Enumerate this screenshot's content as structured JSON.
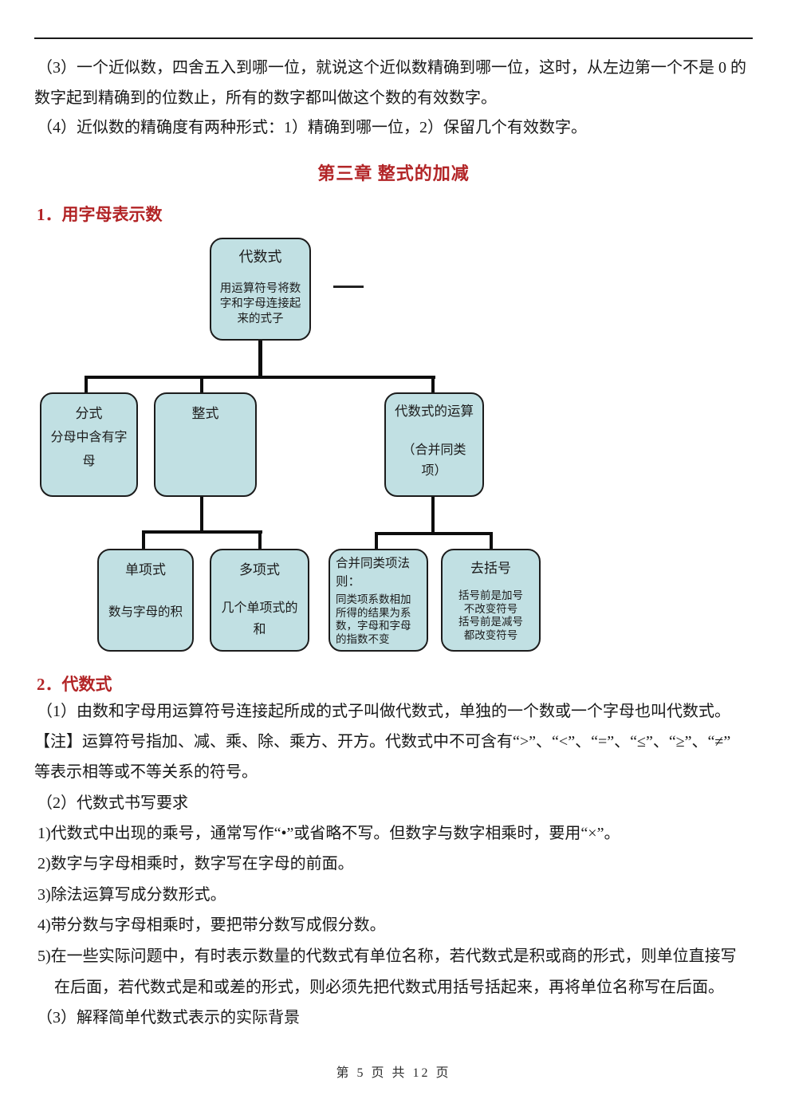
{
  "colors": {
    "accent_red": "#b22426",
    "box_fill": "#c1e0e3",
    "box_border": "#1c1c1c"
  },
  "intro": {
    "line1": "（3）一个近似数，四舍五入到哪一位，就说这个近似数精确到哪一位，这时，从左边第一个不是 0 的",
    "line2": "数字起到精确到的位数止，所有的数字都叫做这个数的有效数字。",
    "line3": "（4）近似数的精确度有两种形式：1）精确到哪一位，2）保留几个有效数字。"
  },
  "chapter": {
    "title": "第三章 整式的加减"
  },
  "section1": {
    "heading": "1．用字母表示数"
  },
  "diagram": {
    "root": {
      "title": "代数式",
      "body": "用运算符号将数\n字和字母连接起\n来的式子"
    },
    "level2": [
      {
        "title": "分式",
        "body": "分母中含有字\n母"
      },
      {
        "title": "整式",
        "body": ""
      },
      {
        "title": "代数式的运算",
        "body": "（合并同类\n项）"
      }
    ],
    "level3": [
      {
        "title": "单项式",
        "body": "数与字母的积"
      },
      {
        "title": "多项式",
        "body": "几个单项式的\n和"
      },
      {
        "title": "合并同类项法\n则：",
        "body": "同类项系数相加\n所得的结果为系\n数，字母和字母\n的指数不变"
      },
      {
        "title": "去括号",
        "body": "括号前是加号\n不改变符号\n括号前是减号\n都改变符号"
      }
    ]
  },
  "section2": {
    "heading": "2．代数式",
    "lines": [
      {
        "text": "（1）由数和字母用运算符号连接起所成的式子叫做代数式，单独的一个数或一个字母也叫代数式。"
      },
      {
        "text": "【注】运算符号指加、减、乘、除、乘方、开方。代数式中不可含有“>”、“<”、“=”、“≤”、“≥”、“≠”"
      },
      {
        "text": "等表示相等或不等关系的符号。"
      },
      {
        "text": "（2）代数式书写要求"
      },
      {
        "text": "1)代数式中出现的乘号，通常写作“•”或省略不写。但数字与数字相乘时，要用“×”。"
      },
      {
        "text": "2)数字与字母相乘时，数字写在字母的前面。"
      },
      {
        "text": "3)除法运算写成分数形式。"
      },
      {
        "text": "4)带分数与字母相乘时，要把带分数写成假分数。"
      },
      {
        "text": "5)在一些实际问题中，有时表示数量的代数式有单位名称，若代数式是积或商的形式，则单位直接写"
      },
      {
        "text": "在后面，若代数式是和或差的形式，则必须先把代数式用括号括起来，再将单位名称写在后面。"
      },
      {
        "text": "（3）解释简单代数式表示的实际背景"
      }
    ]
  },
  "page": {
    "footer": "第 5 页 共 12 页"
  }
}
